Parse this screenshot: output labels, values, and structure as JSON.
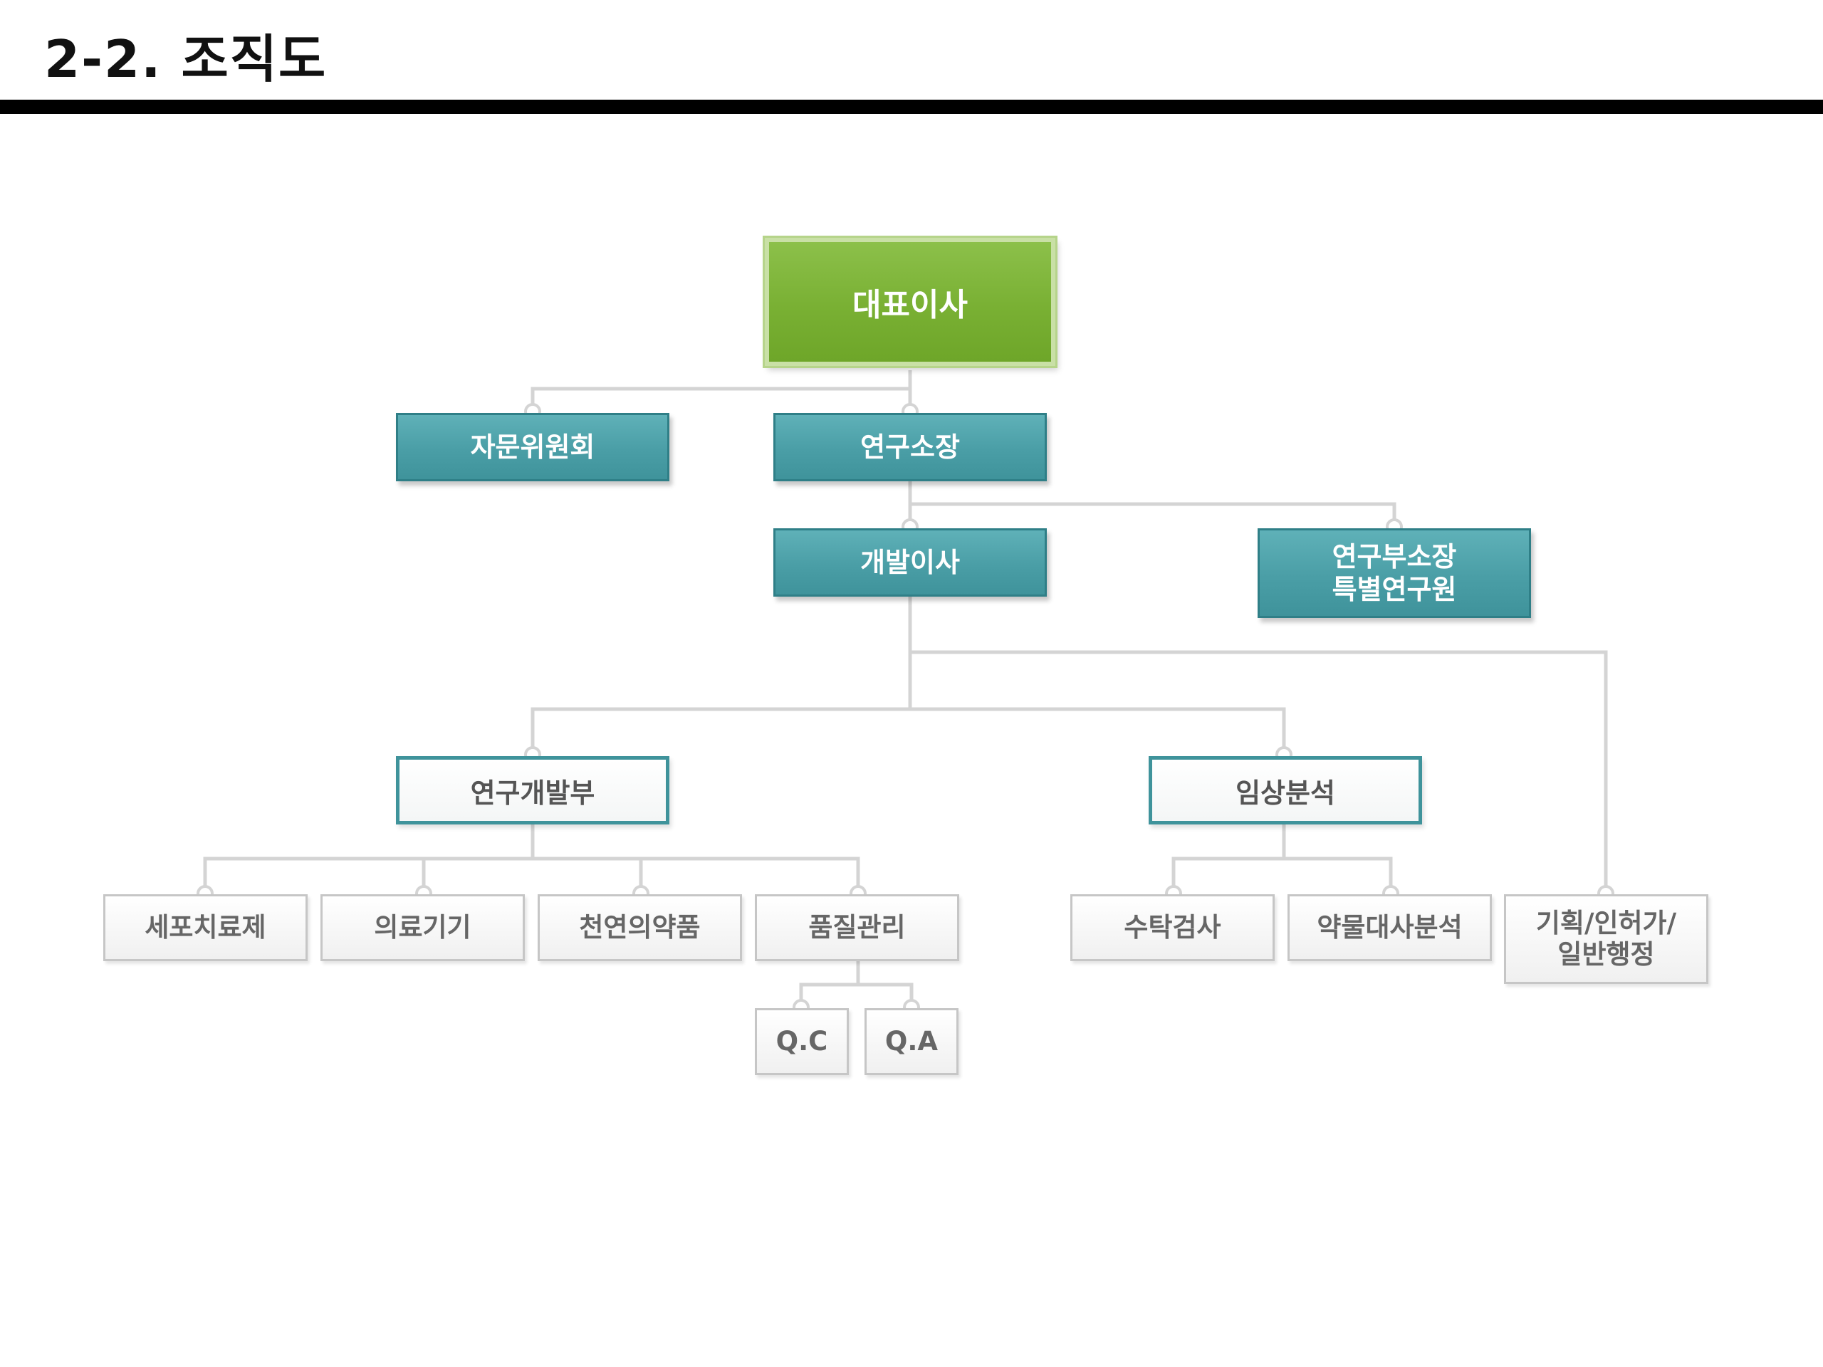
{
  "page_title": "2-2. 조직도",
  "org_chart": {
    "ceo": "대표이사",
    "advisory_committee": "자문위원회",
    "research_director": "연구소장",
    "development_director": "개발이사",
    "deputy_director": "연구부소장\n특별연구원",
    "rnd_department": "연구개발부",
    "clinical_analysis": "임상분석",
    "cell_therapy": "세포치료제",
    "medical_device": "의료기기",
    "natural_medicine": "천연의약품",
    "quality_management": "품질관리",
    "qc": "Q.C",
    "qa": "Q.A",
    "contract_testing": "수탁검사",
    "drug_metabolism": "약물대사분석",
    "planning_admin": "기획/인허가/\n일반행정"
  },
  "colors": {
    "top_node": "#79b033",
    "teal_node": "#4a9ea6",
    "connector": "#d4d4d4",
    "gray_border": "#c6c6c6"
  }
}
